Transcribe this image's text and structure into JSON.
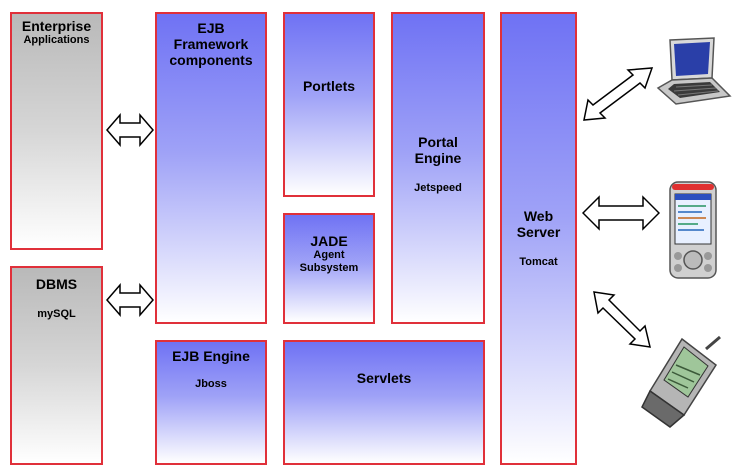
{
  "left": {
    "enterprise": {
      "title": "Enterprise",
      "subtitle": "Applications"
    },
    "dbms": {
      "title": "DBMS",
      "subtitle": "mySQL"
    }
  },
  "middle": {
    "ejb_framework": {
      "line1": "EJB",
      "line2": "Framework",
      "line3": "components"
    },
    "ejb_engine": {
      "title": "EJB Engine",
      "subtitle": "Jboss"
    },
    "portlets": {
      "title": "Portlets"
    },
    "jade": {
      "title": "JADE",
      "line2": "Agent",
      "line3": "Subsystem"
    },
    "servlets": {
      "title": "Servlets"
    },
    "portal_engine": {
      "line1": "Portal",
      "line2": "Engine",
      "subtitle": "Jetspeed"
    },
    "web_server": {
      "line1": "Web",
      "line2": "Server",
      "subtitle": "Tomcat"
    }
  },
  "devices": [
    "laptop-icon",
    "pda-icon",
    "mobile-phone-icon"
  ],
  "colors": {
    "border": "#e0303a",
    "blue_top": "#6f72f4",
    "gray_top": "#b9b9b9"
  }
}
